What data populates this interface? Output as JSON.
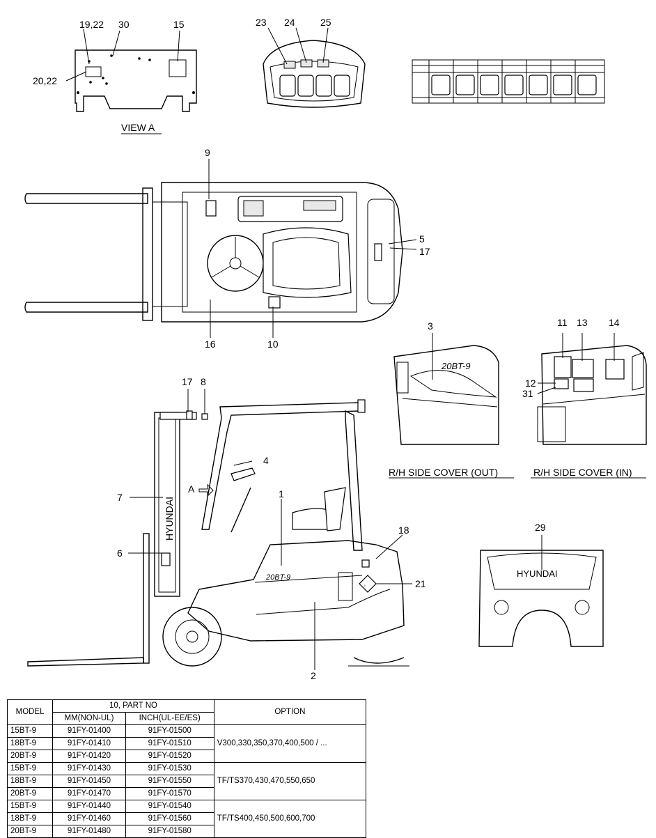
{
  "callouts": {
    "c19_22": "19,22",
    "c30": "30",
    "c15": "15",
    "c20_22": "20,22",
    "c23": "23",
    "c24": "24",
    "c25": "25",
    "c9": "9",
    "c5": "5",
    "c17a": "17",
    "c16": "16",
    "c10": "10",
    "c3": "3",
    "c11": "11",
    "c13": "13",
    "c14": "14",
    "c12": "12",
    "c31": "31",
    "c17b": "17",
    "c8": "8",
    "c4": "4",
    "c7": "7",
    "cA": "A",
    "c1": "1",
    "c6": "6",
    "c18": "18",
    "c21": "21",
    "c2": "2",
    "c29": "29"
  },
  "captions": {
    "view_a": "VIEW A",
    "rh_out": "R/H SIDE COVER (OUT)",
    "rh_in": "R/H SIDE COVER (IN)"
  },
  "decals": {
    "mast_brand": "HYUNDAI",
    "model_decal": "20BT-9",
    "rear_brand": "HYUNDAI"
  },
  "parts_table": {
    "col_model": "MODEL",
    "col_group": "10, PART NO",
    "col_mm": "MM(NON-UL)",
    "col_inch": "INCH(UL-EE/ES)",
    "col_option": "OPTION",
    "rows": [
      {
        "model": "15BT-9",
        "mm": "91FY-01400",
        "inch": "91FY-01500"
      },
      {
        "model": "18BT-9",
        "mm": "91FY-01410",
        "inch": "91FY-01510"
      },
      {
        "model": "20BT-9",
        "mm": "91FY-01420",
        "inch": "91FY-01520"
      },
      {
        "model": "15BT-9",
        "mm": "91FY-01430",
        "inch": "91FY-01530"
      },
      {
        "model": "18BT-9",
        "mm": "91FY-01450",
        "inch": "91FY-01550"
      },
      {
        "model": "20BT-9",
        "mm": "91FY-01470",
        "inch": "91FY-01570"
      },
      {
        "model": "15BT-9",
        "mm": "91FY-01440",
        "inch": "91FY-01540"
      },
      {
        "model": "18BT-9",
        "mm": "91FY-01460",
        "inch": "91FY-01560"
      },
      {
        "model": "20BT-9",
        "mm": "91FY-01480",
        "inch": "91FY-01580"
      }
    ],
    "options": [
      "V300,330,350,370,400,500 / ...",
      "TF/TS370,430,470,550,650",
      "TF/TS400,450,500,600,700"
    ]
  }
}
